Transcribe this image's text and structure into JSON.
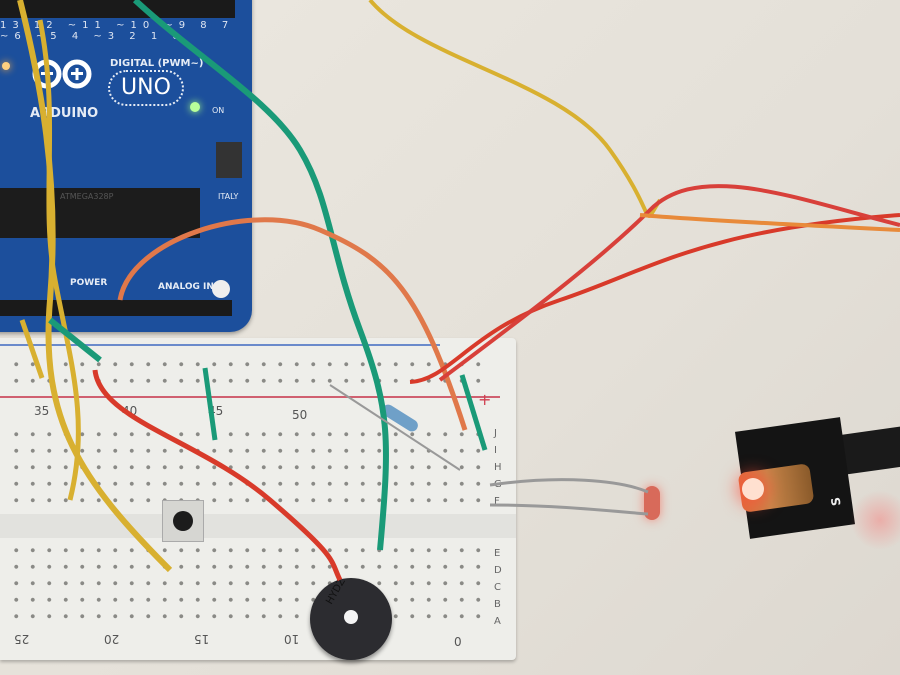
{
  "arduino": {
    "brand": "ARDUINO",
    "model": "UNO",
    "digital_label": "DIGITAL (PWM~)",
    "pin_numbers": "13 12 ~11 ~10 ~9 8 7 ~6 ~5 4 ~3 2 1 0",
    "on_label": "ON",
    "italy_label": "ITALY",
    "power_label": "POWER",
    "analog_label": "ANALOG IN",
    "chip_text": "ATMEGA328P"
  },
  "breadboard": {
    "top_numbers": [
      "35",
      "40",
      "45",
      "50"
    ],
    "bottom_numbers": [
      "25",
      "20",
      "15",
      "10",
      "0"
    ],
    "plus_sign": "+",
    "row_letters_top": [
      "J",
      "I",
      "H",
      "G",
      "F"
    ],
    "row_letters_bottom": [
      "E",
      "D",
      "C",
      "B",
      "A"
    ]
  },
  "components": {
    "buzzer_label": "HYDZ",
    "laser_module_label": "S"
  },
  "colors": {
    "arduino_blue": "#1c4f9c",
    "wire_yellow": "#d8b030",
    "wire_green": "#1a9a78",
    "wire_red": "#d83a2a",
    "wire_orange": "#e0784a",
    "breadboard_white": "#eeeeea"
  }
}
